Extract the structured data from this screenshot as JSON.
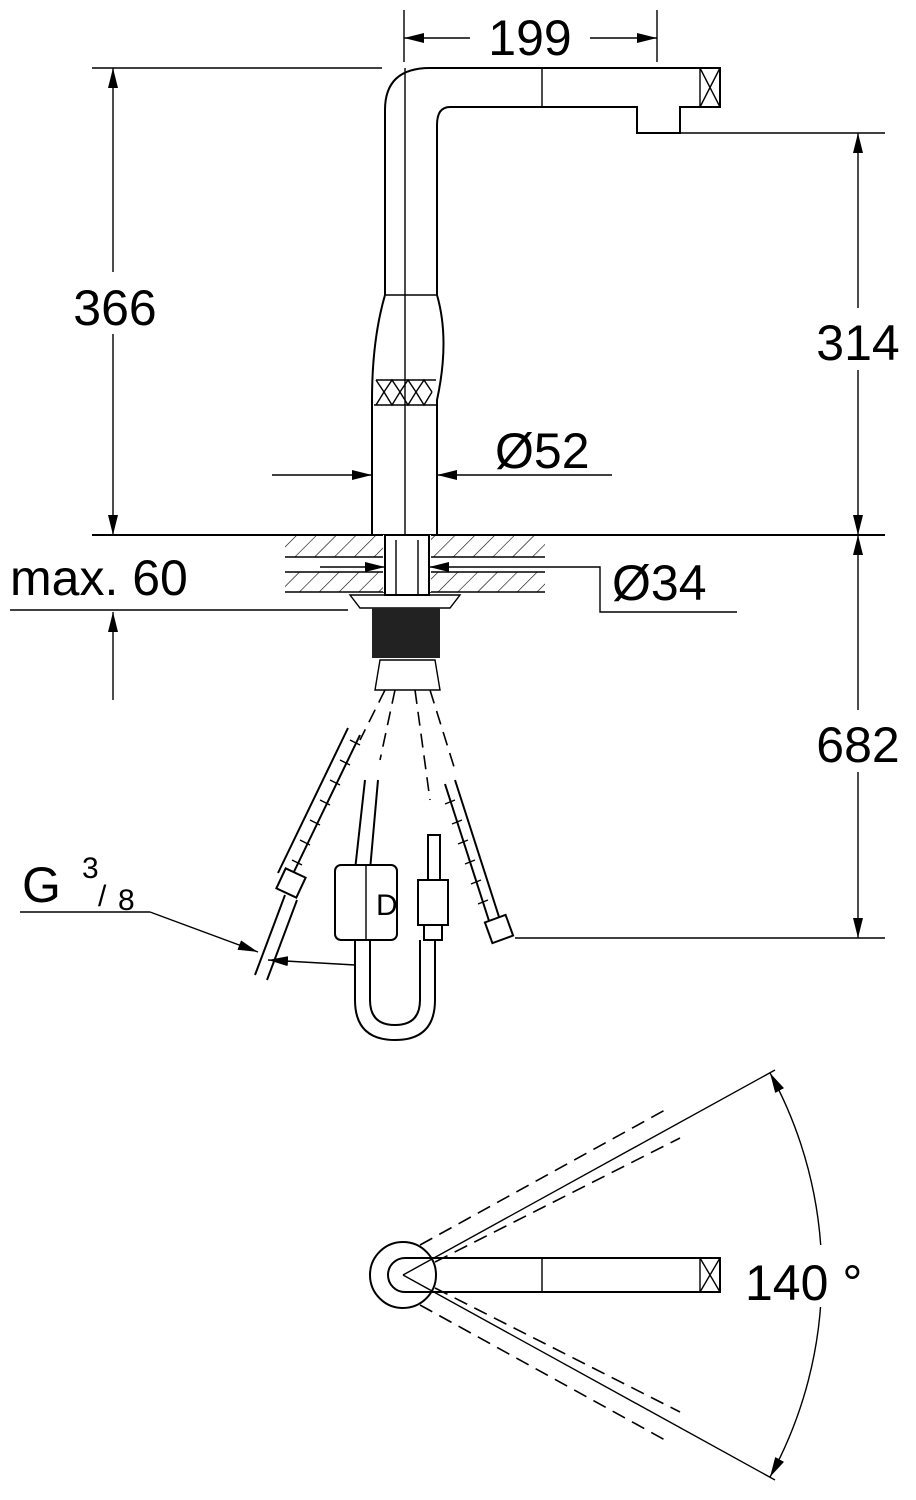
{
  "diagram": {
    "dimensions": {
      "spout_reach": "199",
      "total_height": "366",
      "spout_height": "314",
      "body_diameter": "Ø52",
      "max_counter_thickness": "max. 60",
      "hole_diameter": "Ø34",
      "hose_length": "682",
      "connection_thread_g": "G",
      "connection_thread_num": "3",
      "connection_thread_den": "8",
      "swivel_angle": "140 °"
    }
  }
}
